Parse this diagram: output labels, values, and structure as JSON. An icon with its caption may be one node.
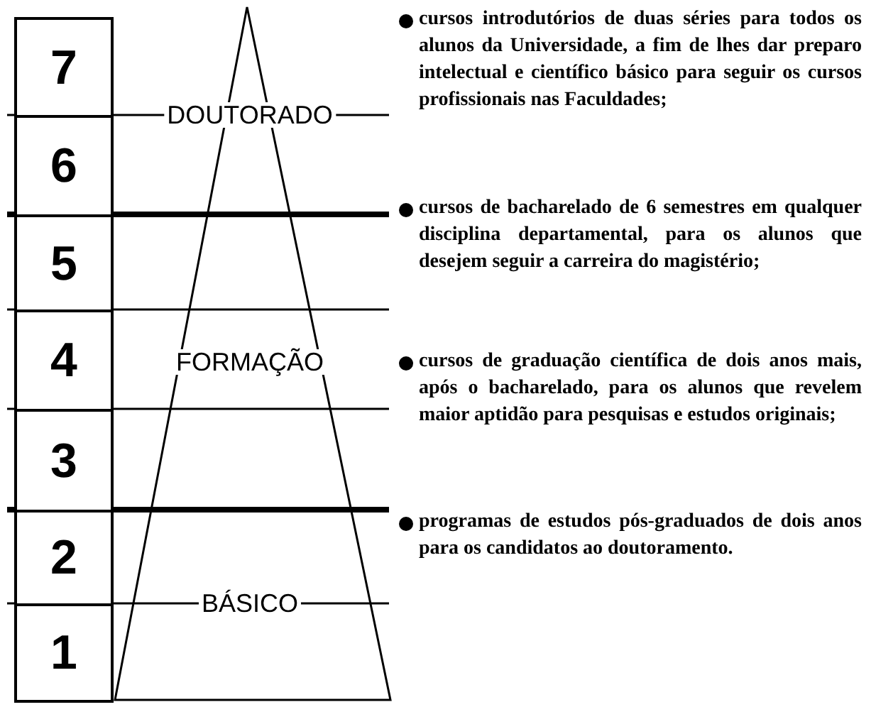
{
  "diagram": {
    "nodes": [
      {
        "text": [
          "7"
        ]
      },
      {
        "text": [
          "6"
        ]
      },
      {
        "text": [
          "5"
        ]
      },
      {
        "text": [
          "4"
        ]
      },
      {
        "text": [
          "3"
        ]
      },
      {
        "text": [
          "2"
        ]
      },
      {
        "text": [
          "1"
        ]
      }
    ],
    "labels": [
      "DOUTORADO",
      "FORMAÇÃO",
      "BÁSICO",
      "cursos introdutórios de duas séries para todos os alunos da Universidade, a fim de lhes dar preparo intelectual e científico básico para seguir os cursos profissionais nas Faculdades;",
      "cursos de bacharelado de 6 semestres em qualquer disciplina departamental, para os alunos que desejem seguir a carreira do magistério;",
      "cursos de graduação científica de dois anos mais, após o bacharelado, para os alunos que revelem maior aptidão para pesquisas e estudos originais;",
      "programas de estudos pós-graduados de dois anos para os candidatos ao doutoramento."
    ]
  }
}
